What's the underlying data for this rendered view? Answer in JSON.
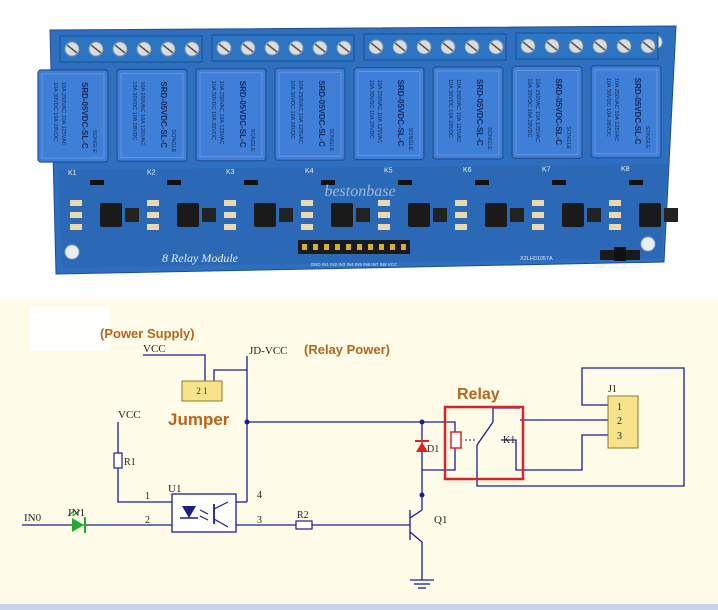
{
  "board": {
    "title": "8 Relay Module",
    "relay_brand": "SONGLE",
    "relay_model": "SRD-05VDC-SL-C",
    "relay_ratings": [
      "10A 250VAC",
      "10A 125VAC",
      "10A 30VDC",
      "10A 28VDC"
    ],
    "relay_labels": [
      "K1",
      "K2",
      "K3",
      "K4",
      "K5",
      "K6",
      "K7",
      "K8"
    ],
    "watermark": "bestonbase",
    "part_code": "X2LH01057A",
    "header_pins": "GND IN1 IN2 IN3 IN4 IN5 IN6 IN7 IN8 VCC",
    "power_pins": "GND VCC JD-VCC",
    "colors": {
      "pcb": "#2f6fc0",
      "relay": "#3f7fd8",
      "terminal": "#2c74c4"
    }
  },
  "schematic": {
    "power_supply_label": "(Power Supply)",
    "vcc_top": "VCC",
    "jdvcc_label": "JD-VCC",
    "relay_power_label": "(Relay Power)",
    "jumper_pin_labels": "2 1",
    "jumper_label": "Jumper",
    "relay_label": "Relay",
    "vcc_left": "VCC",
    "r1_label": "R1",
    "u1_label": "U1",
    "pin1": "1",
    "pin2": "2",
    "pin3": "3",
    "pin4": "4",
    "r2_label": "R2",
    "in0_label": "IN0",
    "in1_label": "IN1",
    "d1_label": "D1",
    "k1_label": "K1",
    "q1_label": "Q1",
    "j1_label": "J1",
    "j1_pins": [
      "1",
      "2",
      "3"
    ],
    "colors": {
      "background": "#fefce8",
      "labels": "#b5651d",
      "wire": "#1a1f8a",
      "relay_box": "#d9252a",
      "jumper_fill": "#f7e48a",
      "led": "#22aa33",
      "diode": "#e02020"
    }
  }
}
